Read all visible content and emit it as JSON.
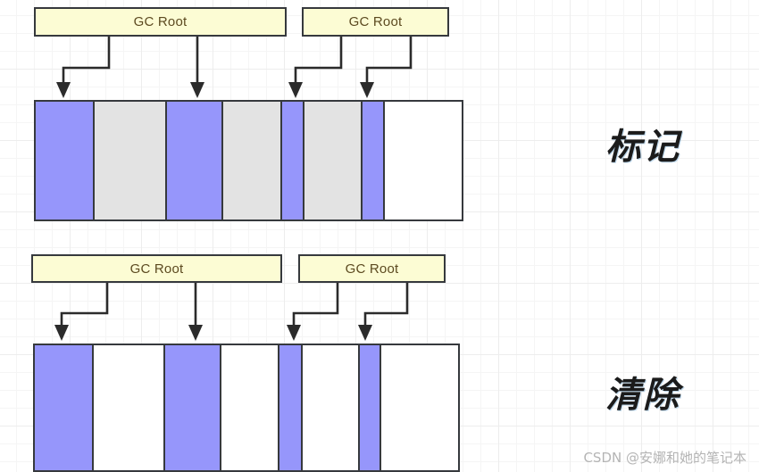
{
  "diagram": {
    "title": "Mark-Sweep garbage collection illustration",
    "colors": {
      "live_object": "#9696fb",
      "dead_object": "#e3e3e3",
      "free_space": "#ffffff",
      "gc_root_fill": "#fcfcd4",
      "outline": "#36393d",
      "grid_minor": "#f5f5f5",
      "grid_major": "#ededed"
    }
  },
  "phases": [
    {
      "id": "mark",
      "caption": "标记",
      "gc_roots": [
        {
          "label": "GC Root"
        },
        {
          "label": "GC Root"
        }
      ],
      "memory_cells": [
        {
          "state": "live",
          "width": 67
        },
        {
          "state": "dead",
          "width": 81
        },
        {
          "state": "live",
          "width": 64
        },
        {
          "state": "dead",
          "width": 66
        },
        {
          "state": "live",
          "width": 26
        },
        {
          "state": "dead",
          "width": 65
        },
        {
          "state": "live",
          "width": 25
        },
        {
          "state": "free",
          "width": 87
        }
      ],
      "reference_arrows": 4
    },
    {
      "id": "sweep",
      "caption": "清除",
      "gc_roots": [
        {
          "label": "GC Root"
        },
        {
          "label": "GC Root"
        }
      ],
      "memory_cells": [
        {
          "state": "live",
          "width": 67
        },
        {
          "state": "free",
          "width": 81
        },
        {
          "state": "live",
          "width": 64
        },
        {
          "state": "free",
          "width": 66
        },
        {
          "state": "live",
          "width": 26
        },
        {
          "state": "free",
          "width": 65
        },
        {
          "state": "live",
          "width": 25
        },
        {
          "state": "free",
          "width": 87
        }
      ],
      "reference_arrows": 4
    }
  ],
  "watermark": {
    "text": "CSDN @安娜和她的笔记本"
  }
}
